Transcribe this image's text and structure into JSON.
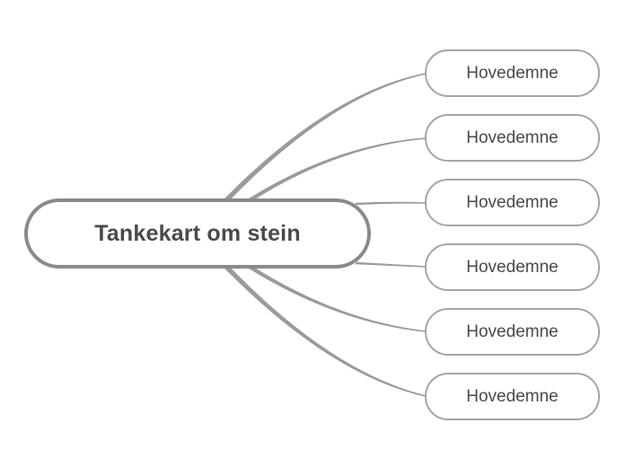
{
  "diagram": {
    "type": "mindmap",
    "root": {
      "label": "Tankekart om stein"
    },
    "children": [
      {
        "label": "Hovedemne"
      },
      {
        "label": "Hovedemne"
      },
      {
        "label": "Hovedemne"
      },
      {
        "label": "Hovedemne"
      },
      {
        "label": "Hovedemne"
      },
      {
        "label": "Hovedemne"
      }
    ],
    "colors": {
      "background": "#ffffff",
      "root_border": "#8a8a8a",
      "child_border": "#a5a5a5",
      "connector": "#9b9b9b",
      "text": "#4a4a4a"
    }
  }
}
